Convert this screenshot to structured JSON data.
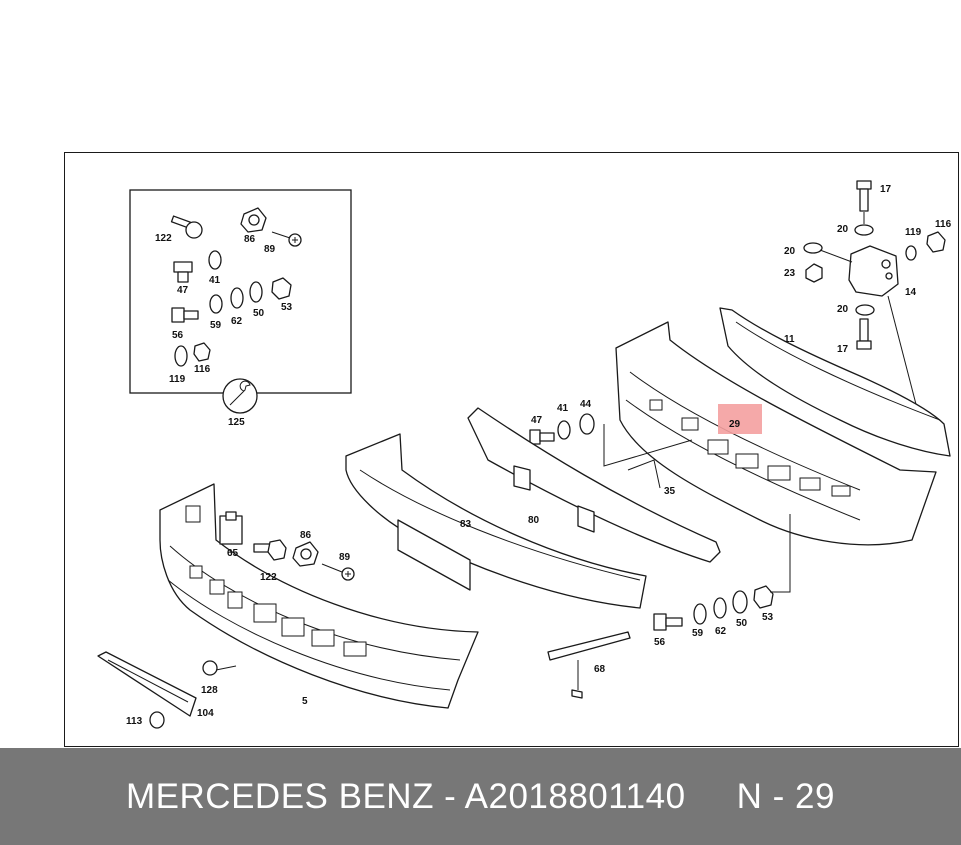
{
  "colors": {
    "highlight": "#f4a0a0",
    "footer_bg": "#777777",
    "footer_text": "#ffffff",
    "line": "#1a1a1a"
  },
  "icons": [
    "wrench-icon",
    "screw-icon",
    "nut-icon",
    "washer-icon",
    "clip-icon",
    "bolt-icon"
  ],
  "callouts": {
    "inset": {
      "c122": "122",
      "c86": "86",
      "c89": "89",
      "c41": "41",
      "c47": "47",
      "c59": "59",
      "c62": "62",
      "c50": "50",
      "c53": "53",
      "c56": "56",
      "c119": "119",
      "c116": "116",
      "c125": "125"
    },
    "bracket": {
      "c17a": "17",
      "c20a": "20",
      "c119": "119",
      "c116": "116",
      "c20b": "20",
      "c23": "23",
      "c14": "14",
      "c20c": "20",
      "c17b": "17"
    },
    "main": {
      "c11": "11",
      "c29": "29",
      "c47": "47",
      "c41": "41",
      "c44": "44",
      "c35": "35",
      "c83": "83",
      "c80": "80",
      "c86": "86",
      "c89": "89",
      "c65": "65",
      "c122": "122",
      "c5": "5",
      "c128": "128",
      "c104": "104",
      "c113": "113",
      "c68": "68",
      "c56": "56",
      "c59": "59",
      "c62": "62",
      "c50": "50",
      "c53": "53"
    }
  },
  "footer": {
    "text": "MERCEDES BENZ - A2018801140     N - 29"
  }
}
